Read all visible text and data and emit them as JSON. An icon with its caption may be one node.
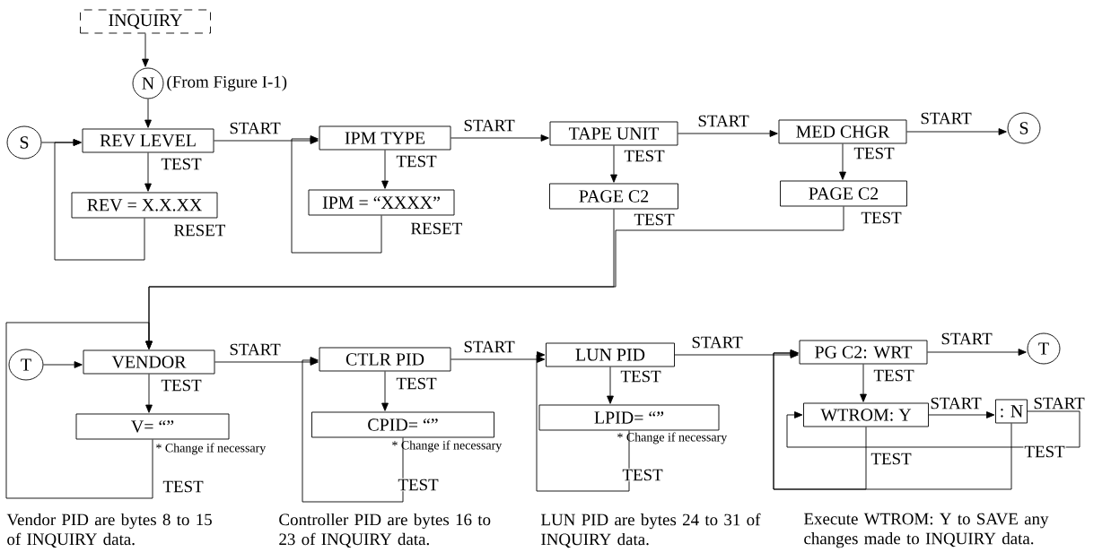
{
  "diagram": {
    "nodes": [
      {
        "text": [
          "INQUIRY"
        ]
      },
      {
        "text": [
          "N"
        ],
        "beside": [
          "(From Figure I-1)"
        ]
      },
      {
        "text": [
          "S"
        ]
      },
      {
        "text": [
          "REV LEVEL"
        ]
      },
      {
        "text": [
          "REV = X.X.XX"
        ]
      },
      {
        "text": [
          "IPM TYPE"
        ]
      },
      {
        "text": [
          "IPM = “XXXX”"
        ]
      },
      {
        "text": [
          "TAPE UNIT"
        ]
      },
      {
        "text": [
          "PAGE C2"
        ]
      },
      {
        "text": [
          "MED CHGR"
        ]
      },
      {
        "text": [
          "PAGE C2"
        ]
      },
      {
        "text": [
          "S"
        ]
      },
      {
        "text": [
          "T"
        ]
      },
      {
        "text": [
          "VENDOR"
        ]
      },
      {
        "text": [
          "V= “”"
        ],
        "beside": [
          "* Change if necessary"
        ]
      },
      {
        "text": [
          "CTLR PID"
        ]
      },
      {
        "text": [
          "CPID= “”"
        ],
        "beside": [
          "* Change if necessary"
        ]
      },
      {
        "text": [
          "LUN PID"
        ]
      },
      {
        "text": [
          "LPID= “”"
        ],
        "beside": [
          "* Change if necessary"
        ]
      },
      {
        "text": [
          "PG C2: WRT"
        ]
      },
      {
        "text": [
          "WTROM: Y"
        ]
      },
      {
        "text": [
          ": N"
        ]
      },
      {
        "text": [
          "T"
        ]
      }
    ],
    "edges": [
      {
        "from": 0,
        "to": 1,
        "arrow": "to"
      },
      {
        "from": 1,
        "to": 3,
        "arrow": "to"
      },
      {
        "from": 2,
        "to": 3,
        "arrow": "to"
      },
      {
        "from": 3,
        "to": 4,
        "arrow": "to",
        "label": "TEST"
      },
      {
        "from": 4,
        "to": 3,
        "arrow": "to",
        "label": "RESET"
      },
      {
        "from": 3,
        "to": 5,
        "arrow": "to",
        "label": "START"
      },
      {
        "from": 5,
        "to": 6,
        "arrow": "to",
        "label": "TEST"
      },
      {
        "from": 6,
        "to": 5,
        "arrow": "to",
        "label": "RESET"
      },
      {
        "from": 5,
        "to": 7,
        "arrow": "to",
        "label": "START"
      },
      {
        "from": 7,
        "to": 8,
        "arrow": "to",
        "label": "TEST"
      },
      {
        "from": 7,
        "to": 9,
        "arrow": "to",
        "label": "START"
      },
      {
        "from": 9,
        "to": 10,
        "arrow": "to",
        "label": "TEST"
      },
      {
        "from": 9,
        "to": 11,
        "arrow": "to",
        "label": "START"
      },
      {
        "from": 8,
        "to": 13,
        "arrow": "to",
        "label": "TEST"
      },
      {
        "from": 10,
        "to": 13,
        "arrow": "to",
        "label": "TEST"
      },
      {
        "from": 12,
        "to": 13,
        "arrow": "to"
      },
      {
        "from": 13,
        "to": 14,
        "arrow": "to",
        "label": "TEST"
      },
      {
        "from": 14,
        "to": 13,
        "arrow": "to",
        "label": "TEST"
      },
      {
        "from": 13,
        "to": 15,
        "arrow": "to",
        "label": "START"
      },
      {
        "from": 15,
        "to": 16,
        "arrow": "to",
        "label": "TEST"
      },
      {
        "from": 16,
        "to": 15,
        "arrow": "to",
        "label": "TEST"
      },
      {
        "from": 15,
        "to": 17,
        "arrow": "to",
        "label": "START"
      },
      {
        "from": 17,
        "to": 18,
        "arrow": "to",
        "label": "TEST"
      },
      {
        "from": 18,
        "to": 17,
        "arrow": "to",
        "label": "TEST"
      },
      {
        "from": 17,
        "to": 19,
        "arrow": "to",
        "label": "START"
      },
      {
        "from": 19,
        "to": 20,
        "arrow": "to",
        "label": "TEST"
      },
      {
        "from": 19,
        "to": 22,
        "arrow": "to",
        "label": "START"
      },
      {
        "from": 20,
        "to": 21,
        "arrow": "to",
        "label": "START"
      },
      {
        "from": 21,
        "to": 20,
        "arrow": "to",
        "label": "START"
      },
      {
        "from": 20,
        "to": 19,
        "arrow": "to",
        "label": "TEST"
      },
      {
        "from": 21,
        "to": 19,
        "arrow": "to",
        "label": "TEST"
      }
    ],
    "labels": [
      "Vendor PID are bytes 8 to 15 of INQUIRY data.",
      "Controller PID are bytes 16 to 23 of INQUIRY data.",
      "LUN PID are bytes 24 to 31 of INQUIRY data.",
      "Execute WTROM: Y to SAVE any changes made to INQUIRY data."
    ]
  }
}
